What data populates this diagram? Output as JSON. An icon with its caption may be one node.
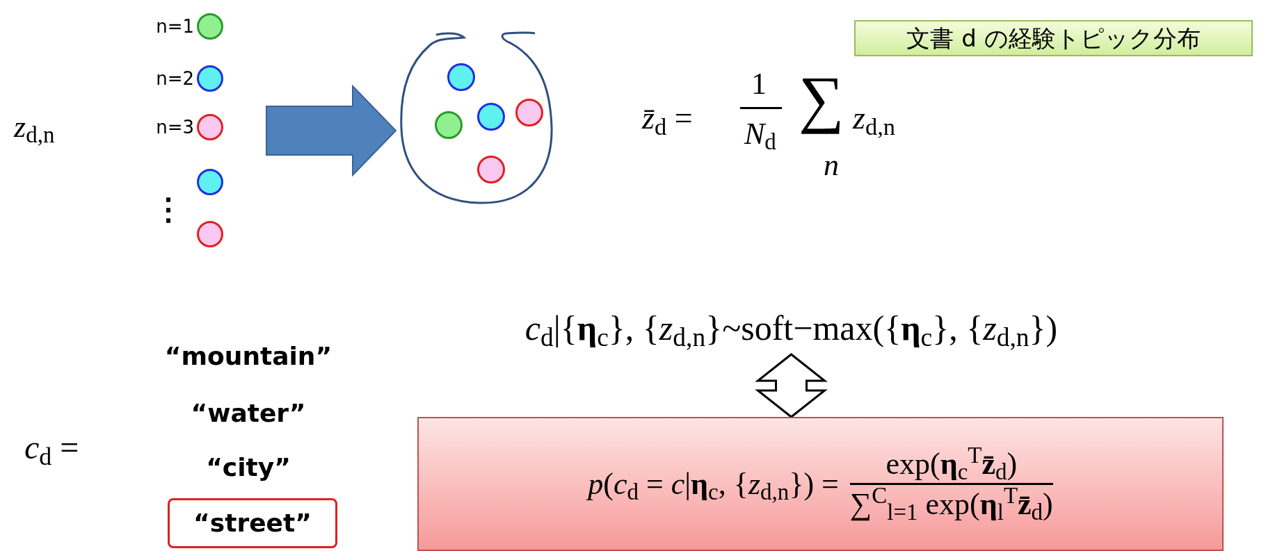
{
  "diagram": {
    "nodes": [
      {
        "text": [],
        "shape": "circle",
        "beside": [
          "n=1"
        ]
      },
      {
        "text": [],
        "shape": "circle",
        "beside": [
          "n=2"
        ]
      },
      {
        "text": [],
        "shape": "circle",
        "beside": [
          "n=3"
        ]
      },
      {
        "text": [],
        "shape": "circle"
      },
      {
        "text": [],
        "shape": "circle"
      },
      {
        "text": [],
        "shape": "bag"
      },
      {
        "text": [],
        "shape": "circle",
        "in": 5
      },
      {
        "text": [],
        "shape": "circle",
        "in": 5
      },
      {
        "text": [],
        "shape": "circle",
        "in": 5
      },
      {
        "text": [],
        "shape": "circle",
        "in": 5
      },
      {
        "text": [],
        "shape": "circle",
        "in": 5
      },
      {
        "text": [
          "文書 d の経験トピック分布"
        ]
      },
      {
        "text": [
          "*c*$_{d}$|{**η**$_{c}$}, {*z*$_{d,n}$}~soft−max({**η**$_{c}$}, {*z*$_{d,n}$})"
        ]
      },
      {
        "text": [
          "*p*(*c*$_{d}$ = *c*|**η**$_{c}$, {*z*$_{d,n}$}) =",
          "exp(**η**$_{c}$$^{T}$**z̄**$_{d}$)",
          "∑$^{C}$$_{l=1}$ exp(**η**$_{l}$$^{T}$**z̄**$_{d}$)"
        ]
      },
      {
        "text": [
          "“street”"
        ]
      }
    ],
    "edges": [
      {
        "from": null,
        "to": 5,
        "arrow": "to",
        "style": "thick",
        "color": "#4f81bd"
      },
      {
        "from": 12,
        "to": 13,
        "arrow": "both",
        "style": "thick"
      }
    ],
    "labels": [
      "*z*$_{d,n}$",
      "⋮",
      "*z̄*$_{d}$ =",
      "1",
      "*N*$_{d}$",
      "∑",
      "*z*$_{d,n}$",
      "*n*",
      "*c*$_{d}$ =",
      "“mountain”",
      "“water”",
      "“city”"
    ]
  }
}
